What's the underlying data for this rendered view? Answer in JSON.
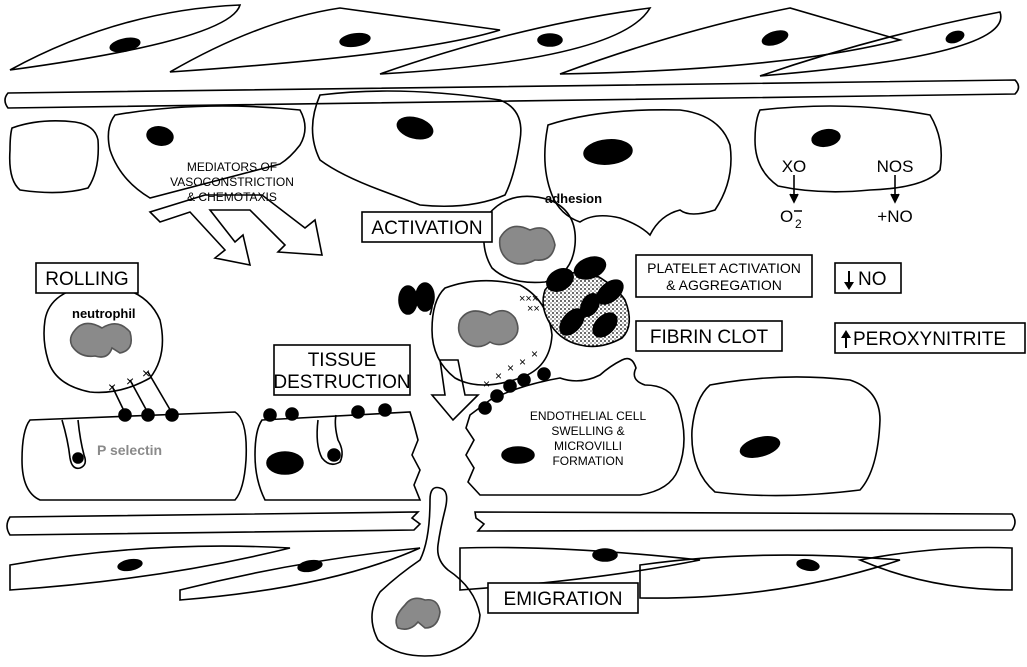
{
  "labels": {
    "mediators": [
      "MEDIATORS OF",
      "VASOCONSTRICTION",
      "& CHEMOTAXIS"
    ],
    "adhesion": "adhesion",
    "activation": "ACTIVATION",
    "rolling": "ROLLING",
    "neutrophil": "neutrophil",
    "p_selectin": "P selectin",
    "tissue_destruction": [
      "TISSUE",
      "DESTRUCTION"
    ],
    "platelet": [
      "PLATELET ACTIVATION",
      "& AGGREGATION"
    ],
    "fibrin_clot": "FIBRIN CLOT",
    "no_decrease": "NO",
    "peroxynitrite": "PEROXYNITRITE",
    "endothelial": [
      "ENDOTHELIAL CELL",
      "SWELLING &",
      "MICROVILLI",
      "FORMATION"
    ],
    "emigration": "EMIGRATION",
    "xo": "XO",
    "nos": "NOS",
    "o2": "O",
    "o2_sub": "2",
    "plus_no": "+NO"
  },
  "colors": {
    "outline": "#000000",
    "nucleus": "#000000",
    "neutrophil_nucleus": "#8a8a8a",
    "p_selectin_text": "#8a8a8a"
  }
}
